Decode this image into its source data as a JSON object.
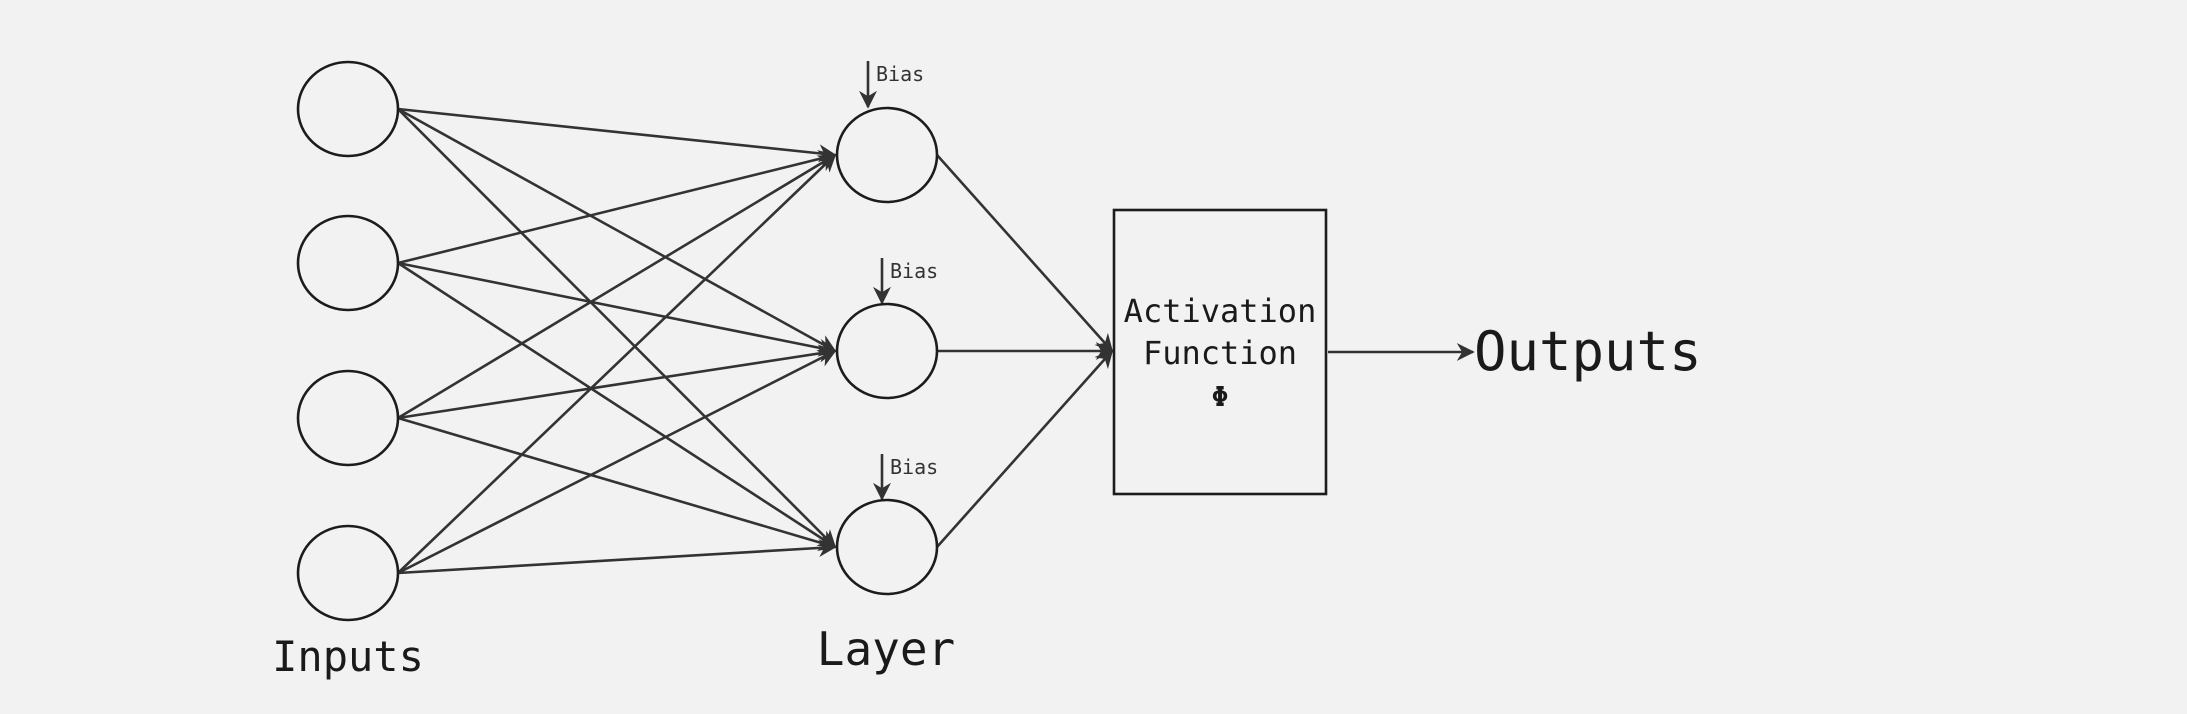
{
  "diagram": {
    "inputs_label": "Inputs",
    "layer_label": "Layer",
    "bias_label": "Bias",
    "activation": {
      "line1": "Activation",
      "line2": "Function",
      "symbol": "Φ"
    },
    "outputs_label": "Outputs",
    "colors": {
      "background": "#f2f2f2",
      "stroke": "#333333",
      "text": "#1a1a1a"
    }
  }
}
